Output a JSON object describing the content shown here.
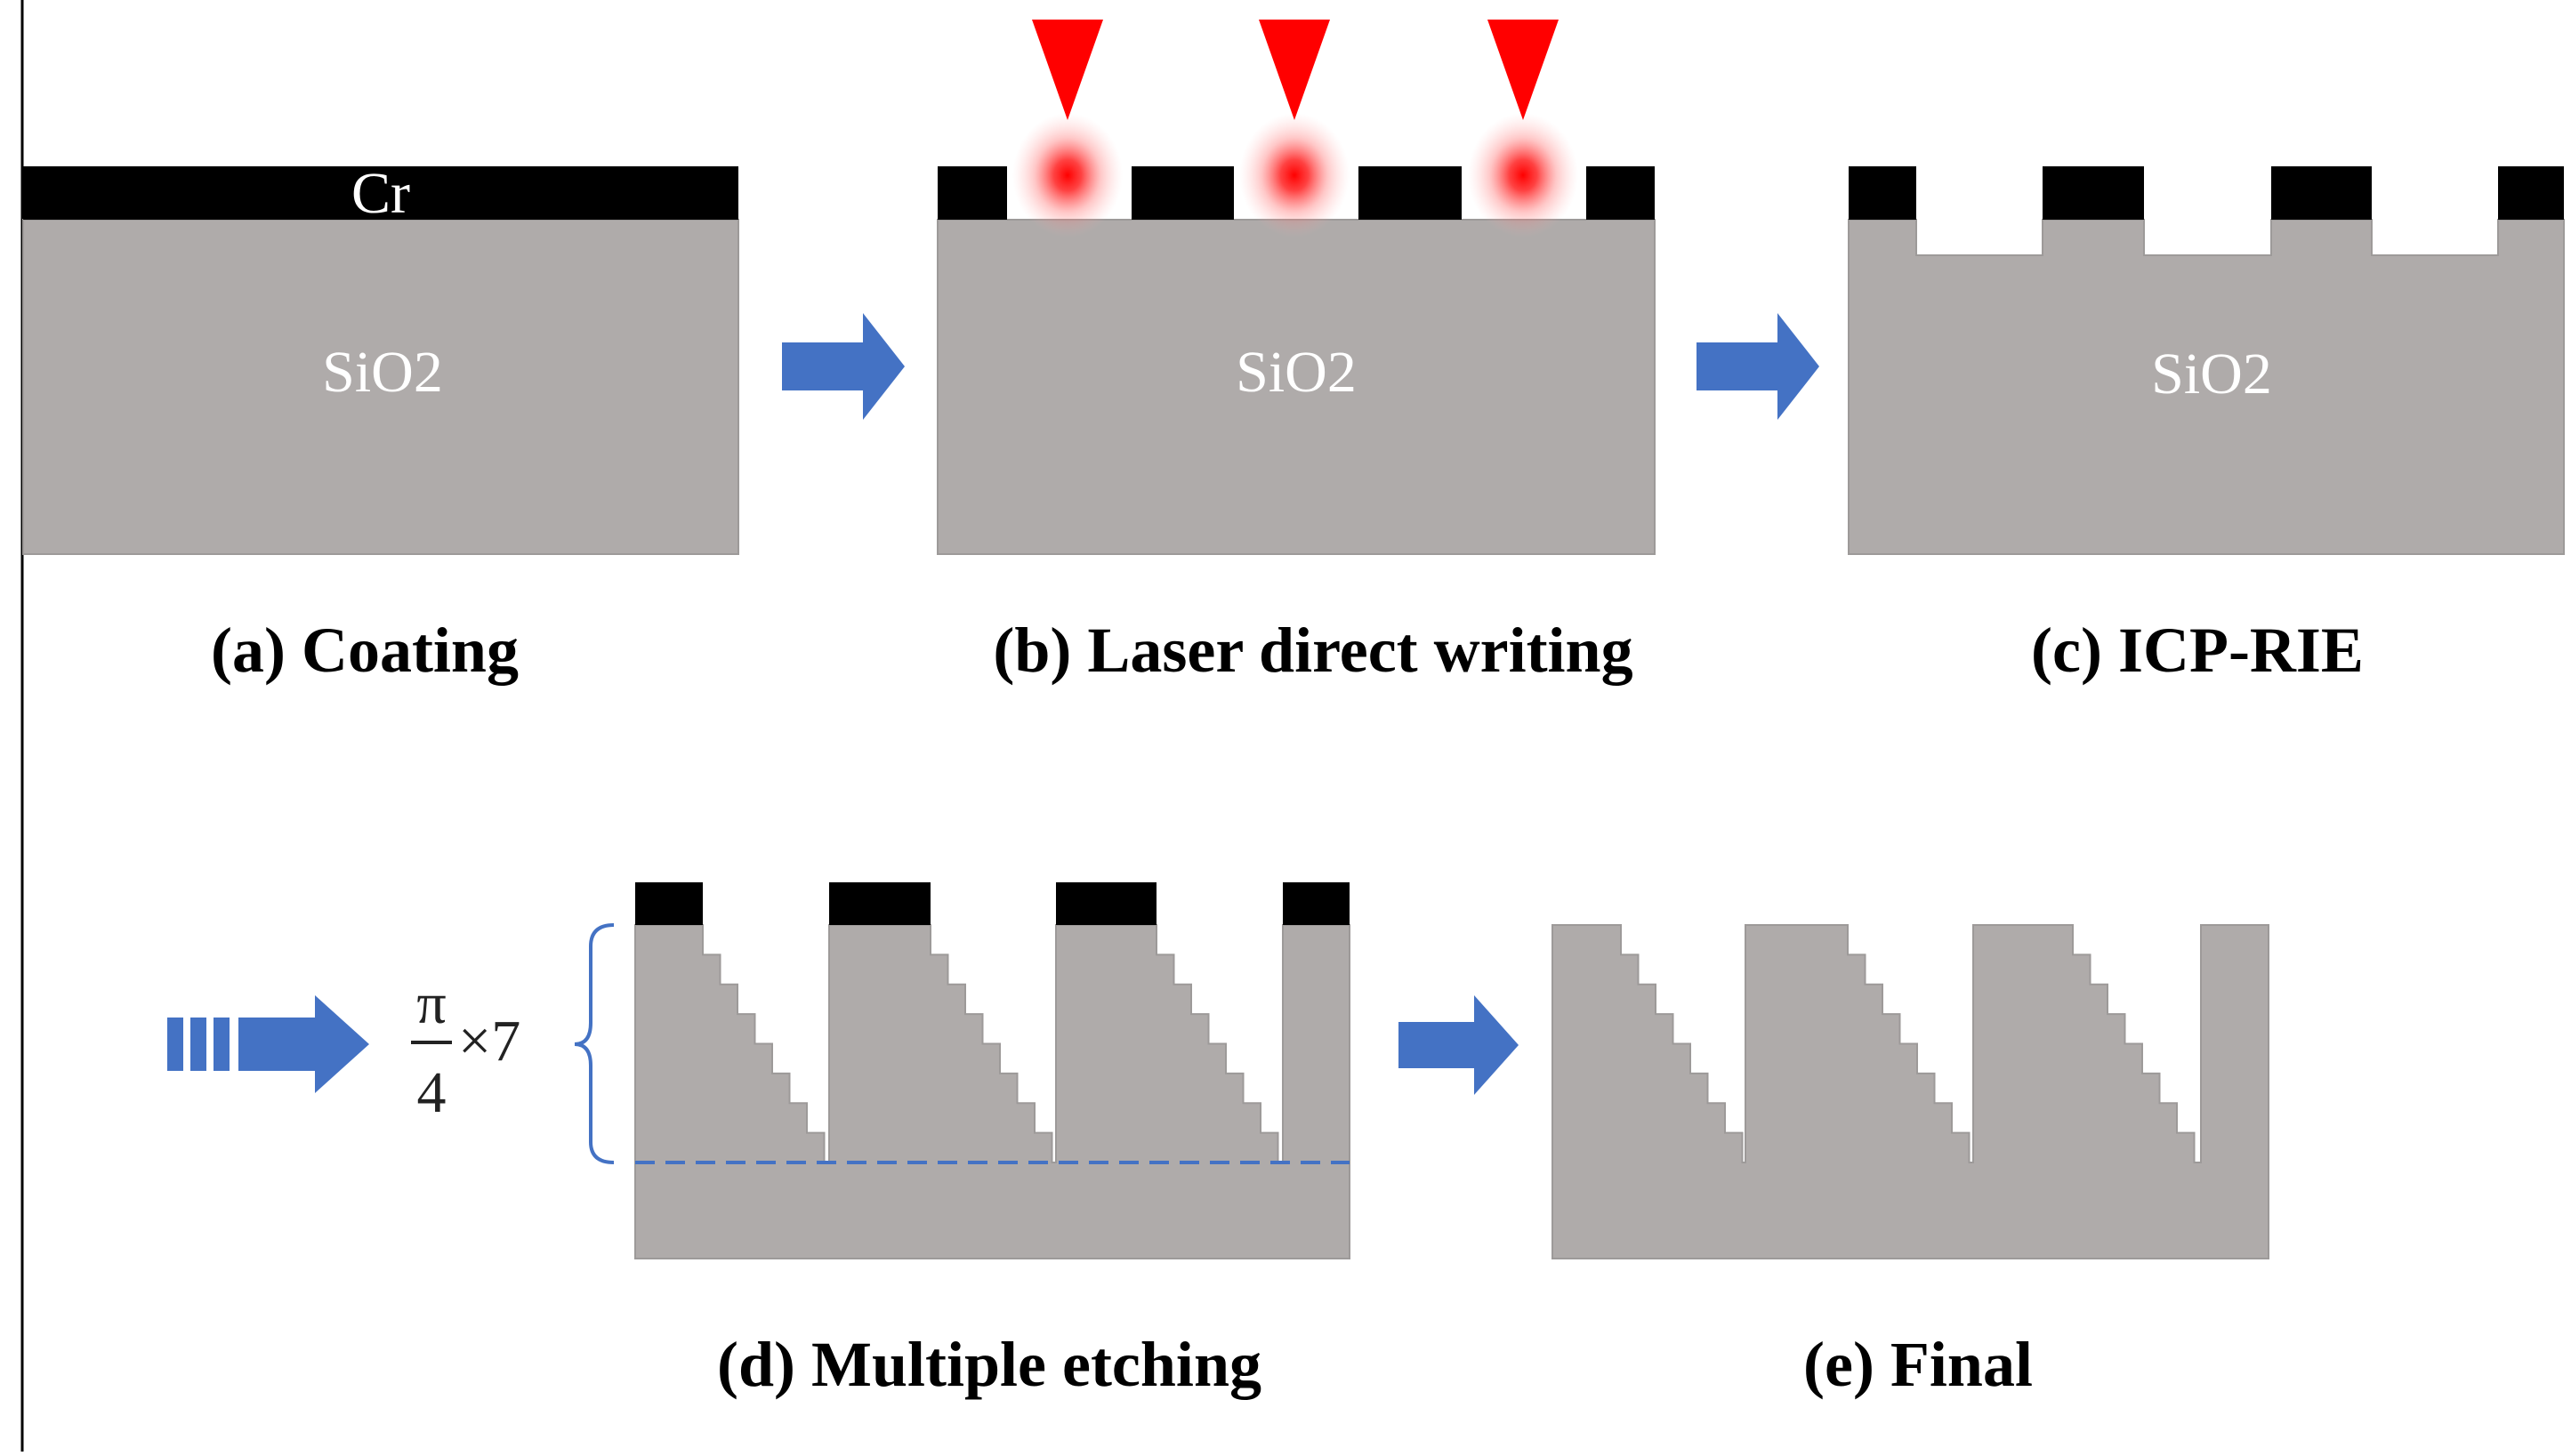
{
  "colors": {
    "substrate": "#afabaa",
    "substrate_edge": "#9d9a99",
    "chromium": "#000000",
    "arrow": "#4472c4",
    "laser": "#ff0000",
    "bracket": "#4472c4",
    "text_on_substrate": "#ffffff"
  },
  "materials": {
    "chromium": "Cr",
    "substrate": "SiO2"
  },
  "steps": {
    "a": "(a) Coating",
    "b": "(b) Laser direct writing",
    "c": "(c) ICP-RIE",
    "d": "(d) Multiple etching",
    "e": "(e) Final"
  },
  "equation": {
    "numerator": "π",
    "denominator": "4",
    "multiplier": "×7"
  },
  "icons": {
    "process_arrow": "right-arrow-icon",
    "laser_beam": "down-triangle-icon",
    "repeat_arrow": "dashed-right-arrow-icon"
  }
}
